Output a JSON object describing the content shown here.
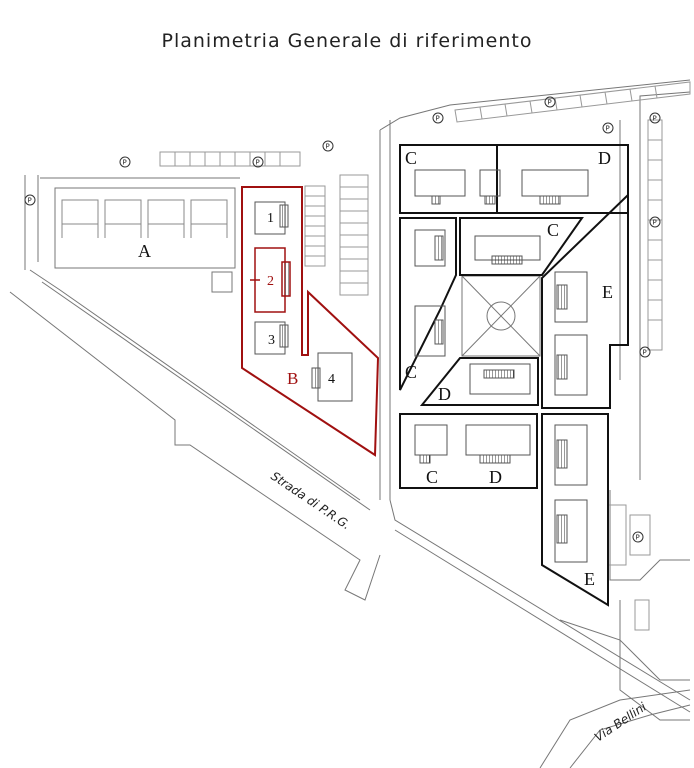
{
  "title": "Planimetria Generale di riferimento",
  "lots": {
    "A": "A",
    "B": "B",
    "C": "C",
    "D": "D",
    "E": "E"
  },
  "buildings_b": [
    "1",
    "2",
    "3",
    "4"
  ],
  "roads": {
    "prg": "Strada di P.R.G.",
    "bellini": "Via Bellini"
  },
  "parking_symbol": "P",
  "colors": {
    "highlight": "#a01010",
    "outline": "#111111",
    "thin": "#777777"
  }
}
